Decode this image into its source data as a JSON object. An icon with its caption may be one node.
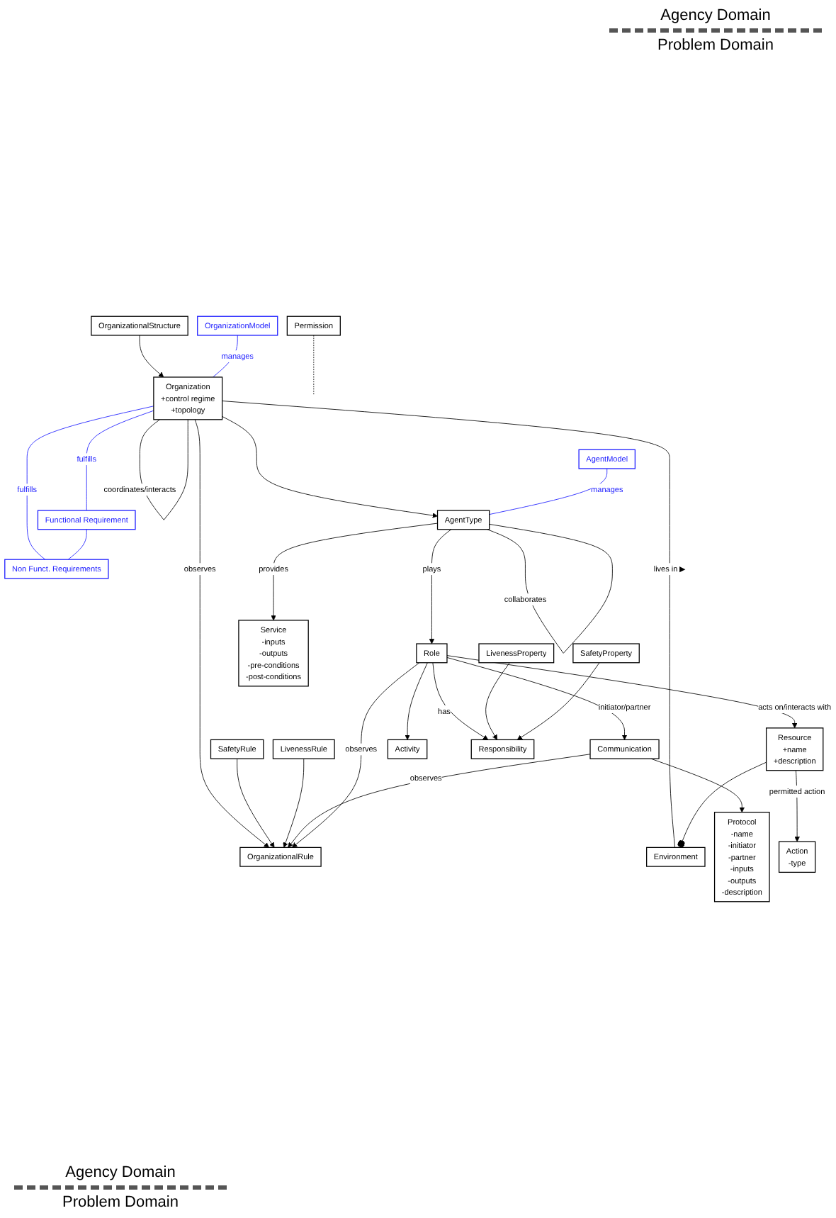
{
  "diagram": {
    "nodes": [
      {
        "text": [
          "OrganizationalStructure"
        ]
      },
      {
        "text": [
          "OrganizationModel"
        ]
      },
      {
        "text": [
          "Organization",
          "+control regime",
          "+topology"
        ]
      },
      {
        "text": [
          "AgentModel"
        ]
      },
      {
        "text": [
          "AgentType"
        ]
      },
      {
        "text": [
          "OrganizationalRule"
        ]
      },
      {
        "text": [
          "SafetyRule"
        ]
      },
      {
        "text": [
          "LivenessRule"
        ]
      },
      {
        "text": [
          "Communication"
        ]
      },
      {
        "text": [
          "Protocol",
          "-name",
          "-initiator",
          "-partner",
          "-inputs",
          "-outputs",
          "-description"
        ]
      },
      {
        "text": [
          "Role"
        ]
      },
      {
        "text": [
          "Permission"
        ]
      },
      {
        "text": [
          "Environment"
        ]
      },
      {
        "text": [
          "Resource",
          "+name",
          "+description"
        ]
      },
      {
        "text": [
          "Action",
          "-type"
        ]
      },
      {
        "text": [
          "Service",
          "-inputs",
          "-outputs",
          "-pre-conditions",
          "-post-conditions"
        ]
      },
      {
        "text": [
          "Activity"
        ]
      },
      {
        "text": [
          "Responsibility"
        ]
      },
      {
        "text": [
          "LivenessProperty"
        ]
      },
      {
        "text": [
          "SafetyProperty"
        ]
      },
      {
        "text": [
          "Functional Requirement"
        ]
      },
      {
        "text": [
          "Non Funct. Requirements"
        ]
      }
    ],
    "edges": [
      {
        "from": 0,
        "to": 2,
        "arrow": "to"
      },
      {
        "from": 1,
        "to": 2,
        "arrow": "none",
        "label": "manages",
        "color": "#1a1aff"
      },
      {
        "from": 2,
        "to": 2,
        "arrow": "none",
        "label": "coordinates/interacts"
      },
      {
        "from": 2,
        "to": 5,
        "arrow": "to",
        "label": "observes"
      },
      {
        "from": 2,
        "to": 12,
        "arrow": "none",
        "label": "lives in ▶"
      },
      {
        "from": 2,
        "to": 4,
        "arrow": "to"
      },
      {
        "from": 3,
        "to": 4,
        "arrow": "none",
        "label": "manages",
        "color": "#1a1aff"
      },
      {
        "from": 4,
        "to": 4,
        "arrow": "none",
        "label": "collaborates"
      },
      {
        "from": 4,
        "to": 10,
        "arrow": "to",
        "label": "plays"
      },
      {
        "from": 4,
        "to": 15,
        "arrow": "to",
        "label": "provides"
      },
      {
        "from": 6,
        "to": 5,
        "arrow": "to"
      },
      {
        "from": 7,
        "to": 5,
        "arrow": "to"
      },
      {
        "from": 8,
        "to": 5,
        "arrow": "to",
        "label": "observes"
      },
      {
        "from": 8,
        "to": 9,
        "arrow": "to"
      },
      {
        "from": 10,
        "to": 5,
        "arrow": "to",
        "label": "observes"
      },
      {
        "from": 10,
        "to": 8,
        "arrow": "to",
        "label": "initiator/partner"
      },
      {
        "from": 10,
        "to": 13,
        "arrow": "to",
        "label": "acts on/interacts with"
      },
      {
        "from": 11,
        "to": null,
        "arrow": "none",
        "style": "dashed"
      },
      {
        "from": 13,
        "to": 12,
        "arrow": "other"
      },
      {
        "from": 13,
        "to": 14,
        "arrow": "to",
        "label": "permitted action"
      },
      {
        "from": 10,
        "to": 16,
        "arrow": "to"
      },
      {
        "from": 10,
        "to": 17,
        "arrow": "to",
        "label": "has"
      },
      {
        "from": 18,
        "to": 17,
        "arrow": "to"
      },
      {
        "from": 19,
        "to": 17,
        "arrow": "to"
      },
      {
        "from": 20,
        "to": 2,
        "arrow": "none",
        "label": "fulfills",
        "color": "#1a1aff"
      },
      {
        "from": 21,
        "to": 2,
        "arrow": "none",
        "label": "fulfills",
        "color": "#1a1aff"
      },
      {
        "from": 20,
        "to": 21,
        "arrow": "none",
        "color": "#1a1aff"
      }
    ],
    "labels": [
      "Agency Domain",
      "Problem Domain",
      "Agency Domain",
      "Problem Domain"
    ]
  }
}
